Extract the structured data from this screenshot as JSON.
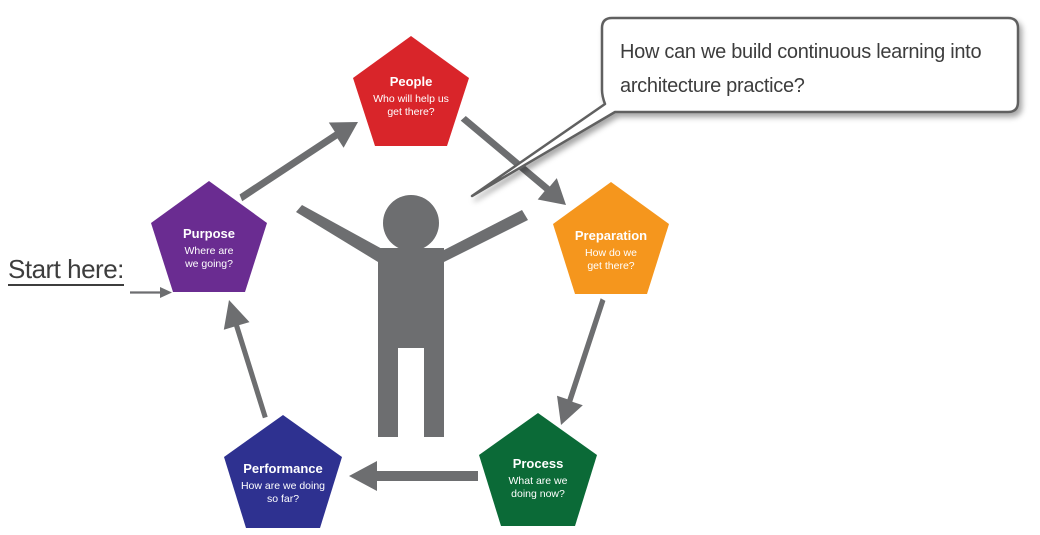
{
  "question": {
    "line1": "How can we build continuous learning into",
    "line2": "architecture practice?"
  },
  "start_label": "Start here:",
  "stages": {
    "people": {
      "title": "People",
      "line1": "Who will help us",
      "line2": "get there?",
      "color": "#d9252a"
    },
    "preparation": {
      "title": "Preparation",
      "line1": "How do we",
      "line2": "get there?",
      "color": "#f5961d"
    },
    "process": {
      "title": "Process",
      "line1": "What are we",
      "line2": "doing now?",
      "color": "#0b6a37"
    },
    "performance": {
      "title": "Performance",
      "line1": "How are we doing",
      "line2": "so far?",
      "color": "#2e3190"
    },
    "purpose": {
      "title": "Purpose",
      "line1": "Where are",
      "line2": "we going?",
      "color": "#6a2c91"
    }
  },
  "colors": {
    "arrow": "#6d6e70",
    "figure": "#6d6e70",
    "text": "#3d3d3d"
  }
}
